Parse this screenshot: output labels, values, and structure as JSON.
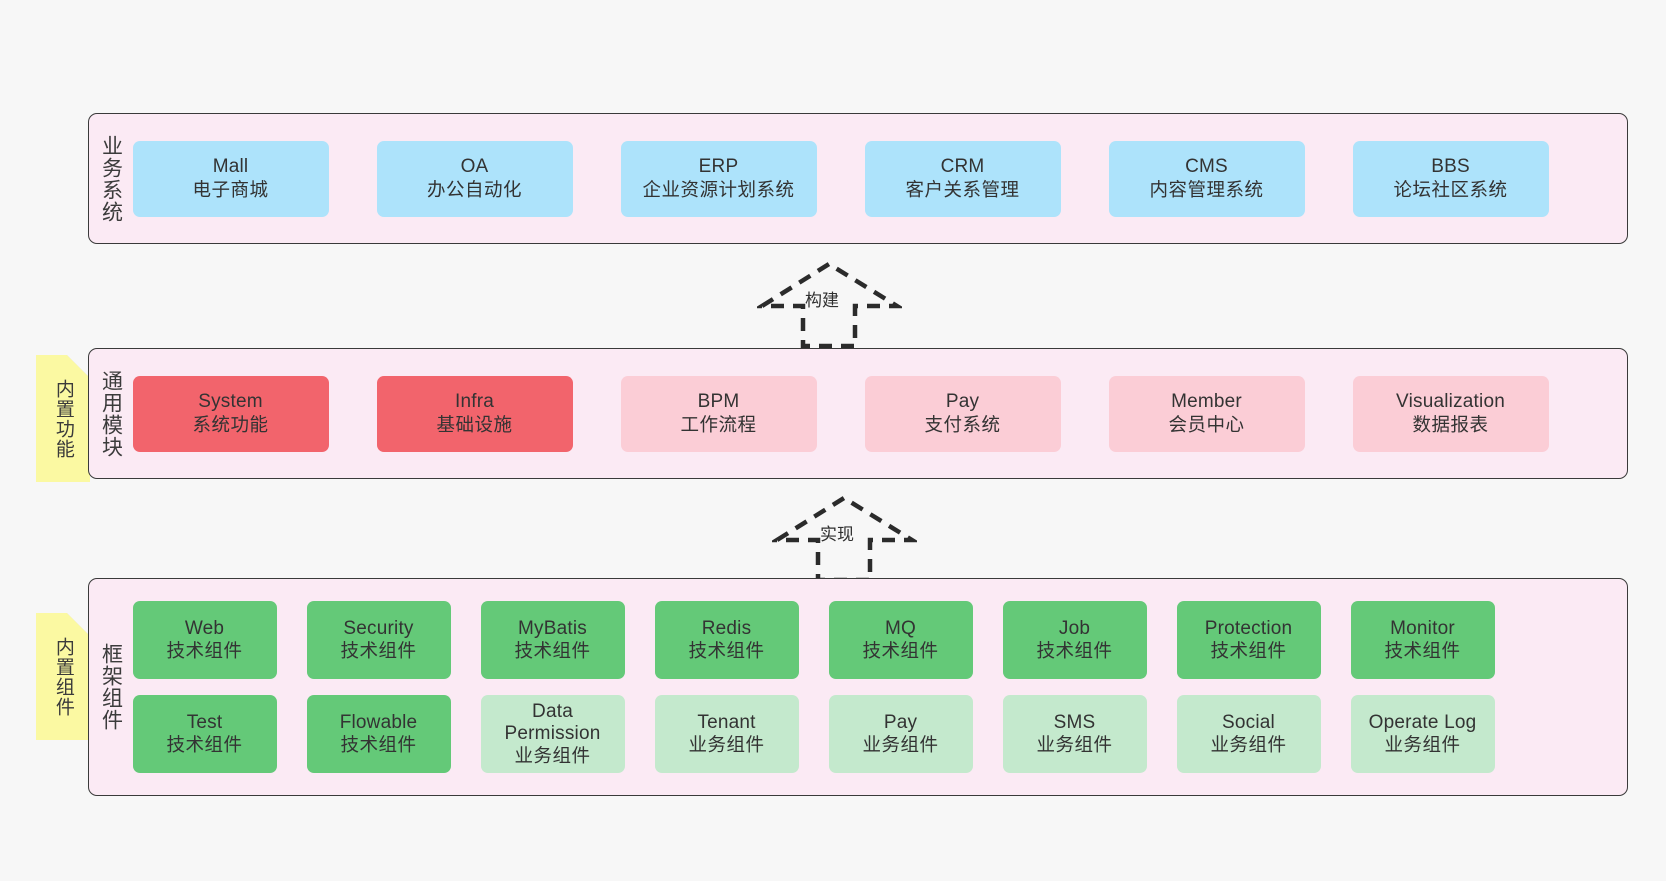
{
  "diagram": {
    "background_color": "#f7f7f7",
    "layer_bg_color": "#fbeaf4",
    "layer_border_color": "#3a3a3a",
    "note_color": "#fbf9a2",
    "colors": {
      "blue": "#ade3fb",
      "red": "#f2646c",
      "pink": "#fbcdd6",
      "green": "#64c978",
      "light_green": "#c4e9cd"
    }
  },
  "layers": {
    "business": {
      "title": "业务系统",
      "cards": [
        {
          "en": "Mall",
          "cn": "电子商城"
        },
        {
          "en": "OA",
          "cn": "办公自动化"
        },
        {
          "en": "ERP",
          "cn": "企业资源计划系统"
        },
        {
          "en": "CRM",
          "cn": "客户关系管理"
        },
        {
          "en": "CMS",
          "cn": "内容管理系统"
        },
        {
          "en": "BBS",
          "cn": "论坛社区系统"
        }
      ]
    },
    "common": {
      "title": "通用模块",
      "note": "内置功能",
      "cards": [
        {
          "en": "System",
          "cn": "系统功能",
          "tone": "red"
        },
        {
          "en": "Infra",
          "cn": "基础设施",
          "tone": "red"
        },
        {
          "en": "BPM",
          "cn": "工作流程",
          "tone": "pink"
        },
        {
          "en": "Pay",
          "cn": "支付系统",
          "tone": "pink"
        },
        {
          "en": "Member",
          "cn": "会员中心",
          "tone": "pink"
        },
        {
          "en": "Visualization",
          "cn": "数据报表",
          "tone": "pink"
        }
      ]
    },
    "framework": {
      "title": "框架组件",
      "note": "内置组件",
      "row1": [
        {
          "en": "Web",
          "cn": "技术组件",
          "tone": "green"
        },
        {
          "en": "Security",
          "cn": "技术组件",
          "tone": "green"
        },
        {
          "en": "MyBatis",
          "cn": "技术组件",
          "tone": "green"
        },
        {
          "en": "Redis",
          "cn": "技术组件",
          "tone": "green"
        },
        {
          "en": "MQ",
          "cn": "技术组件",
          "tone": "green"
        },
        {
          "en": "Job",
          "cn": "技术组件",
          "tone": "green"
        },
        {
          "en": "Protection",
          "cn": "技术组件",
          "tone": "green"
        },
        {
          "en": "Monitor",
          "cn": "技术组件",
          "tone": "green"
        }
      ],
      "row2": [
        {
          "en": "Test",
          "cn": "技术组件",
          "tone": "green"
        },
        {
          "en": "Flowable",
          "cn": "技术组件",
          "tone": "green"
        },
        {
          "en": "Data Permission",
          "cn": "业务组件",
          "tone": "light_green"
        },
        {
          "en": "Tenant",
          "cn": "业务组件",
          "tone": "light_green"
        },
        {
          "en": "Pay",
          "cn": "业务组件",
          "tone": "light_green"
        },
        {
          "en": "SMS",
          "cn": "业务组件",
          "tone": "light_green"
        },
        {
          "en": "Social",
          "cn": "业务组件",
          "tone": "light_green"
        },
        {
          "en": "Operate Log",
          "cn": "业务组件",
          "tone": "light_green"
        }
      ]
    }
  },
  "connectors": [
    {
      "label": "构建"
    },
    {
      "label": "实现"
    }
  ]
}
